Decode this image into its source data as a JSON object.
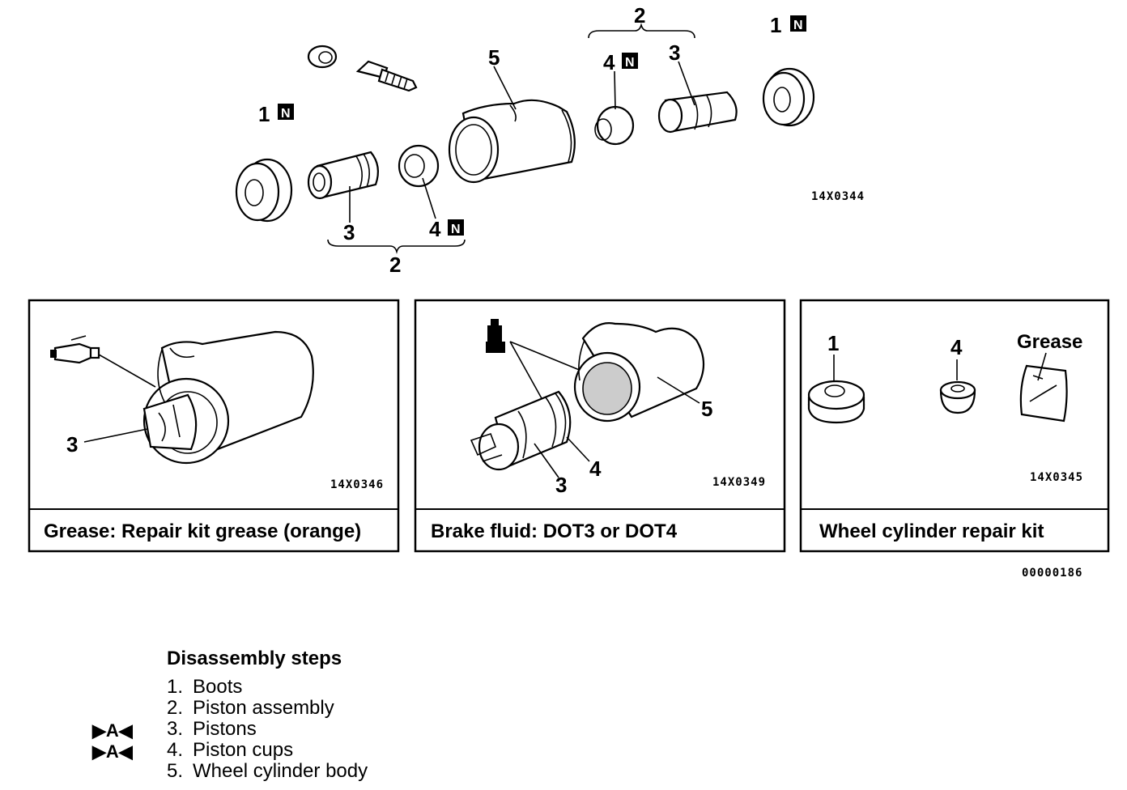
{
  "exploded_view": {
    "code": "14X0344",
    "n_mark": "N",
    "labels": {
      "boot_left": "1",
      "boot_right": "1",
      "body": "5",
      "cup_left": "4",
      "cup_right": "4",
      "piston_left": "3",
      "piston_right": "3",
      "assembly_left": "2",
      "assembly_right": "2"
    }
  },
  "panels": [
    {
      "code": "14X0346",
      "caption": "Grease: Repair kit grease (orange)",
      "label_piston": "3"
    },
    {
      "code": "14X0349",
      "caption": "Brake fluid:  DOT3  or  DOT4",
      "label_piston": "3",
      "label_cup": "4",
      "label_body": "5"
    },
    {
      "code": "14X0345",
      "caption": "Wheel  cylinder  repair  kit",
      "label_boot": "1",
      "label_cup": "4",
      "label_grease": "Grease"
    }
  ],
  "figure_code": "00000186",
  "disassembly": {
    "title": "Disassembly steps",
    "marker": "▶A◀",
    "steps": [
      {
        "num": "1.",
        "text": "Boots"
      },
      {
        "num": "2.",
        "text": "Piston assembly"
      },
      {
        "num": "3.",
        "text": "Pistons"
      },
      {
        "num": "4.",
        "text": "Piston cups"
      },
      {
        "num": "5.",
        "text": "Wheel cylinder body"
      }
    ]
  }
}
